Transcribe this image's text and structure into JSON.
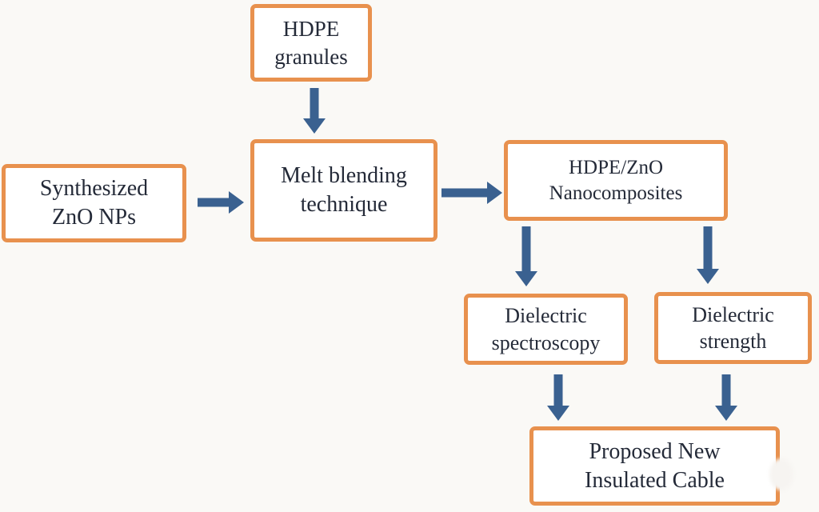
{
  "colors": {
    "background": "#FAF9F6",
    "box_border": "#E8914E",
    "box_fill": "#FFFFFF",
    "arrow": "#3A6190",
    "text": "#242A38"
  },
  "nodes": [
    {
      "id": "hdpe-granules",
      "line1": "HDPE",
      "line2": "granules"
    },
    {
      "id": "synthesized-zno-nps",
      "line1": "Synthesized",
      "line2": "ZnO NPs"
    },
    {
      "id": "melt-blending-technique",
      "line1": "Melt blending",
      "line2": "technique"
    },
    {
      "id": "hdpe-zno-nanocomposites",
      "line1": "HDPE/ZnO",
      "line2": "Nanocomposites"
    },
    {
      "id": "dielectric-spectroscopy",
      "line1": "Dielectric",
      "line2": "spectroscopy"
    },
    {
      "id": "dielectric-strength",
      "line1": "Dielectric",
      "line2": "strength"
    },
    {
      "id": "proposed-new-insulated-cable",
      "line1": "Proposed New",
      "line2": "Insulated Cable"
    }
  ],
  "edges": [
    {
      "from": "hdpe-granules",
      "to": "melt-blending-technique",
      "direction": "down"
    },
    {
      "from": "synthesized-zno-nps",
      "to": "melt-blending-technique",
      "direction": "right"
    },
    {
      "from": "melt-blending-technique",
      "to": "hdpe-zno-nanocomposites",
      "direction": "right"
    },
    {
      "from": "hdpe-zno-nanocomposites",
      "to": "dielectric-spectroscopy",
      "direction": "down"
    },
    {
      "from": "hdpe-zno-nanocomposites",
      "to": "dielectric-strength",
      "direction": "down"
    },
    {
      "from": "dielectric-spectroscopy",
      "to": "proposed-new-insulated-cable",
      "direction": "down"
    },
    {
      "from": "dielectric-strength",
      "to": "proposed-new-insulated-cable",
      "direction": "down"
    }
  ]
}
